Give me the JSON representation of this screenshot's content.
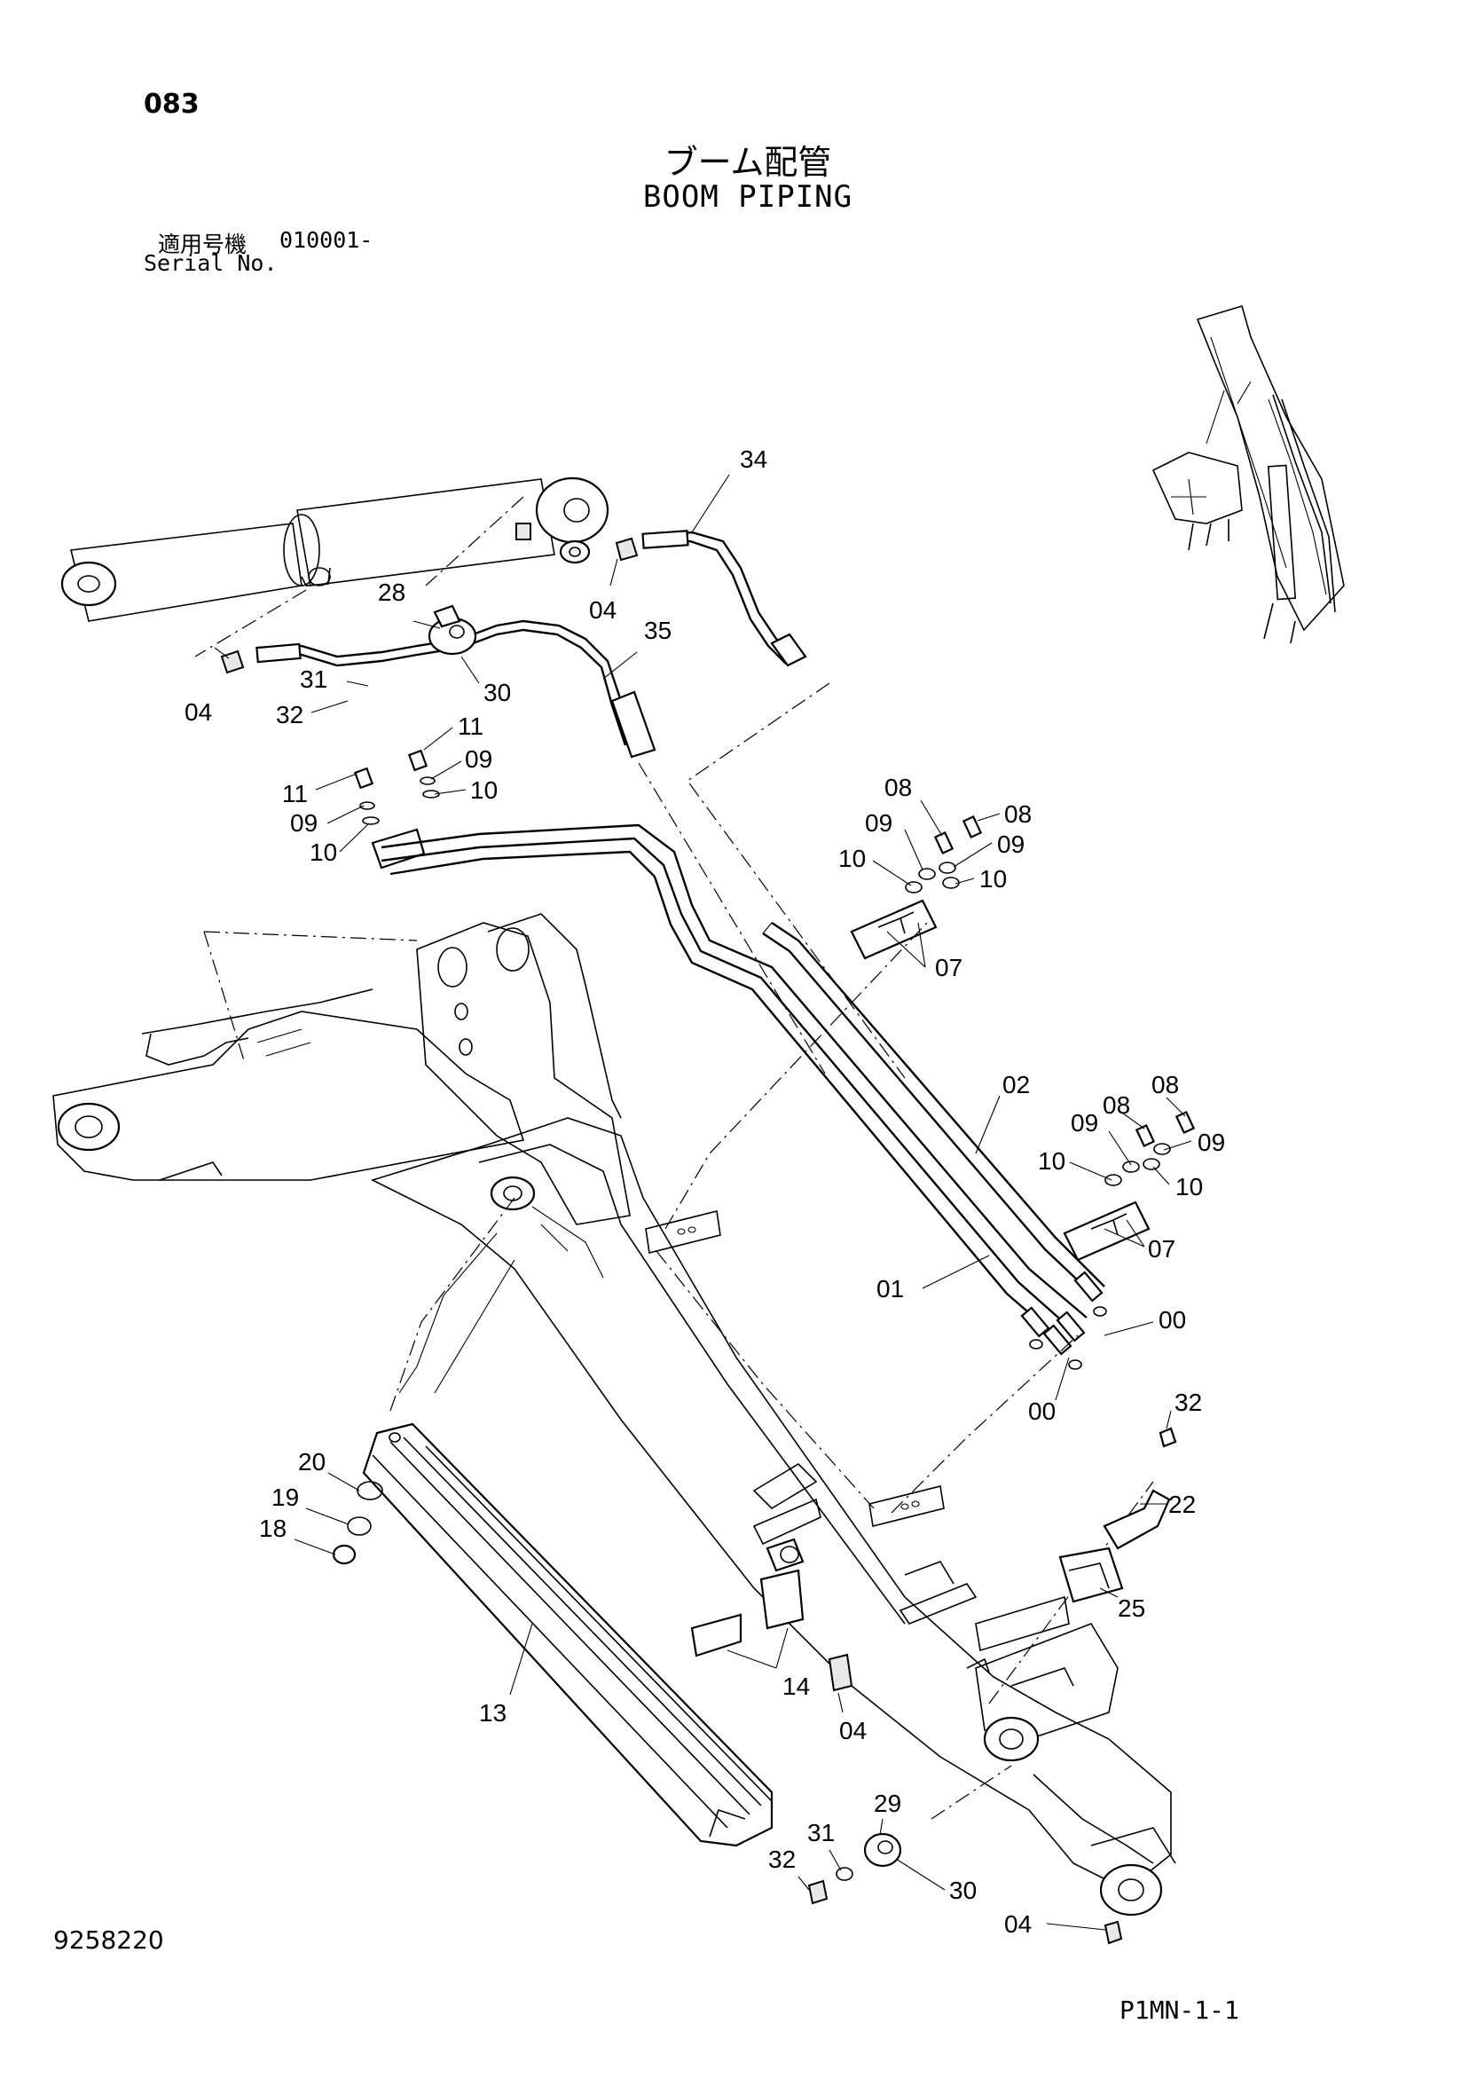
{
  "header": {
    "page_code": "083",
    "title_jp": "ブーム配管",
    "title_en": "BOOM PIPING",
    "serial_label_jp": "適用号機",
    "serial_value": "010001-",
    "serial_label_en": "Serial No."
  },
  "footer": {
    "document_number": "9258220",
    "reference_code": "P1MN-1-1"
  },
  "part_labels": [
    "34",
    "28",
    "04",
    "35",
    "31",
    "30",
    "32",
    "04",
    "11",
    "09",
    "10",
    "11",
    "09",
    "10",
    "08",
    "08",
    "09",
    "09",
    "10",
    "10",
    "07",
    "02",
    "08",
    "08",
    "09",
    "09",
    "10",
    "10",
    "07",
    "01",
    "00",
    "00",
    "32",
    "22",
    "25",
    "20",
    "19",
    "18",
    "13",
    "14",
    "04",
    "29",
    "31",
    "32",
    "30",
    "04"
  ]
}
